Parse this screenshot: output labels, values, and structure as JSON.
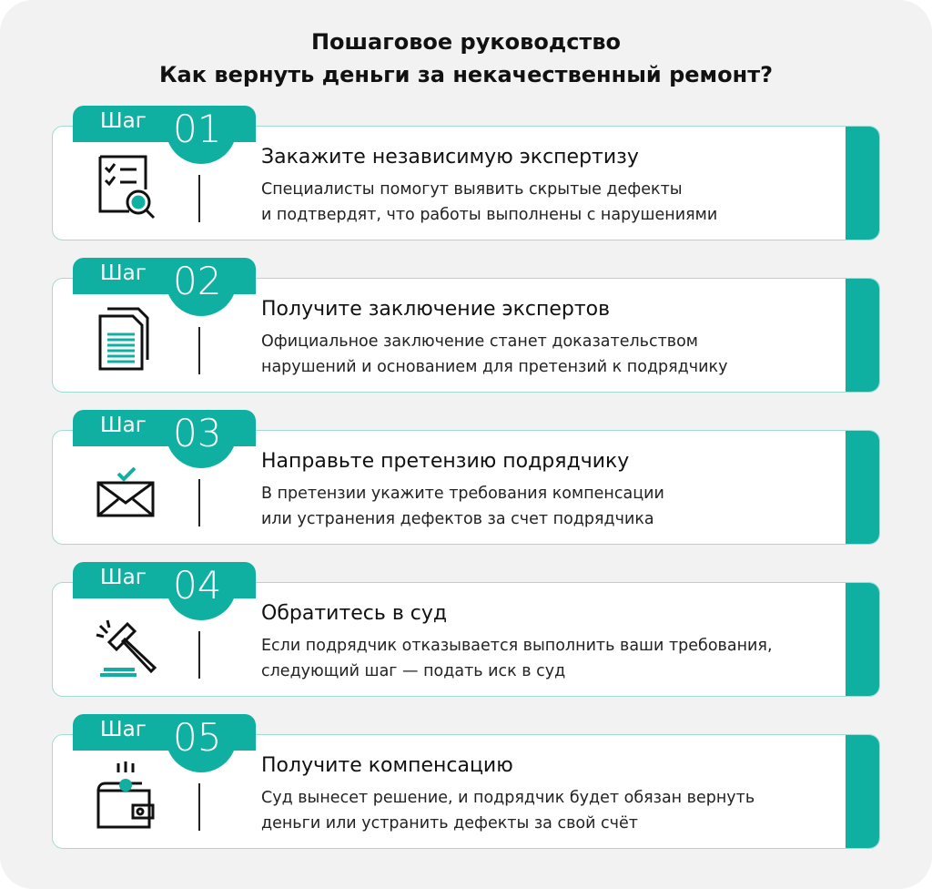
{
  "title": {
    "line1": "Пошаговое руководство",
    "line2": "Как вернуть деньги за некачественный ремонт?"
  },
  "accent_color": "#0fb0a1",
  "steps": [
    {
      "label": "Шаг",
      "number": "01",
      "icon": "checklist-magnifier-gear-icon",
      "heading": "Закажите независимую экспертизу",
      "line1": "Специалисты помогут выявить скрытые дефекты",
      "line2": "и подтвердят, что работы выполнены с нарушениями"
    },
    {
      "label": "Шаг",
      "number": "02",
      "icon": "documents-icon",
      "heading": "Получите заключение экспертов",
      "line1": "Официальное заключение станет доказательством",
      "line2": "нарушений и основанием для претензий к подрядчику"
    },
    {
      "label": "Шаг",
      "number": "03",
      "icon": "envelope-check-icon",
      "heading": "Направьте претензию подрядчику",
      "line1": "В претензии укажите требования компенсации",
      "line2": "или устранения дефектов за счет подрядчика"
    },
    {
      "label": "Шаг",
      "number": "04",
      "icon": "gavel-icon",
      "heading": "Обратитесь в суд",
      "line1": "Если подрядчик отказывается выполнить ваши требования,",
      "line2": "следующий шаг — подать иск в суд"
    },
    {
      "label": "Шаг",
      "number": "05",
      "icon": "wallet-coin-icon",
      "heading": "Получите компенсацию",
      "line1": "Суд вынесет решение, и подрядчик будет обязан вернуть",
      "line2": "деньги или устранить дефекты за свой счёт"
    }
  ]
}
